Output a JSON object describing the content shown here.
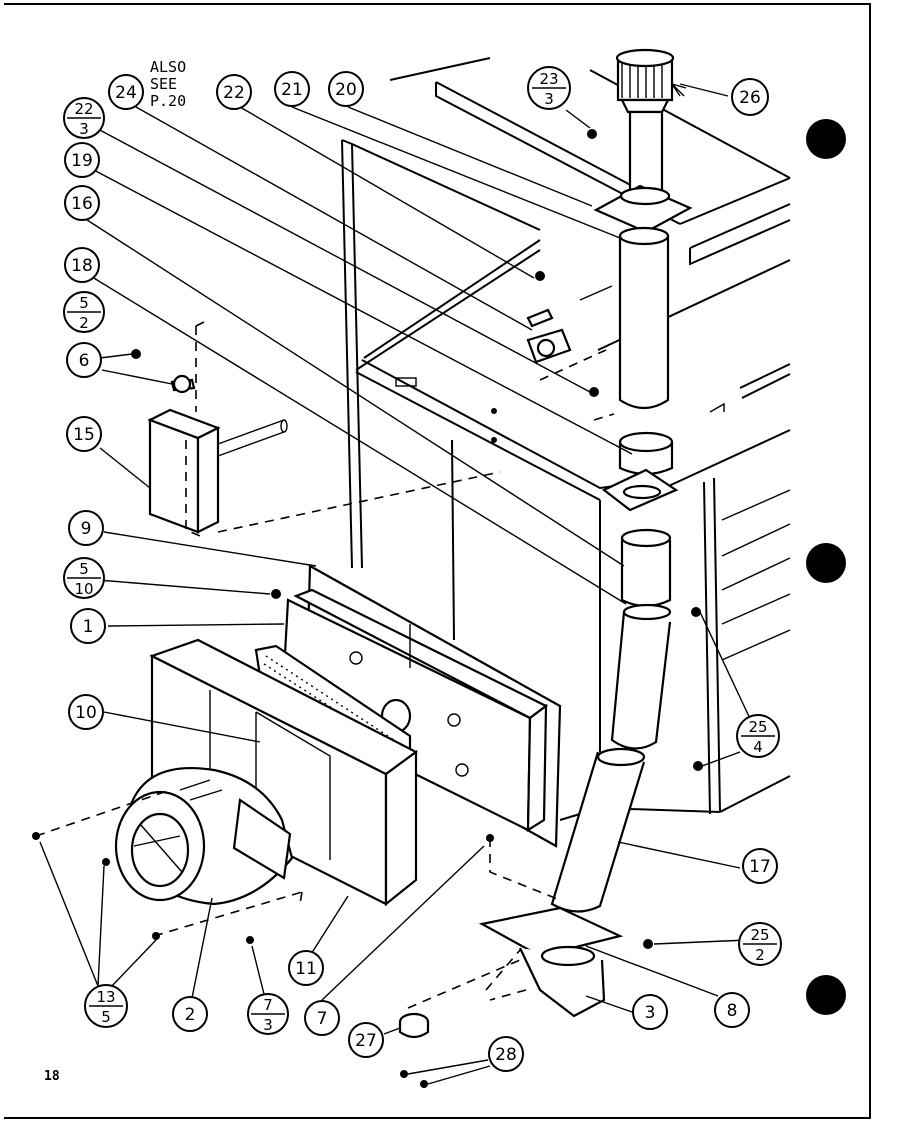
{
  "note": [
    "ALSO",
    "SEE",
    "P.20"
  ],
  "page_number": "18",
  "callouts": {
    "c1": "1",
    "c2": "2",
    "c3": "3",
    "c6": "6",
    "c7": "7",
    "c8": "8",
    "c9": "9",
    "c10": "10",
    "c11": "11",
    "c15": "15",
    "c16": "16",
    "c17": "17",
    "c18": "18",
    "c19": "19",
    "c20": "20",
    "c21": "21",
    "c22": "22",
    "c24": "24",
    "c26": "26",
    "c27": "27",
    "c28": "28",
    "f22_3": {
      "top": "22",
      "bottom": "3"
    },
    "f5_2": {
      "top": "5",
      "bottom": "2"
    },
    "f5_10": {
      "top": "5",
      "bottom": "10"
    },
    "f23_3": {
      "top": "23",
      "bottom": "3"
    },
    "f25_4": {
      "top": "25",
      "bottom": "4"
    },
    "f25_2": {
      "top": "25",
      "bottom": "2"
    },
    "f13_5": {
      "top": "13",
      "bottom": "5"
    },
    "f7_3": {
      "top": "7",
      "bottom": "3"
    }
  }
}
